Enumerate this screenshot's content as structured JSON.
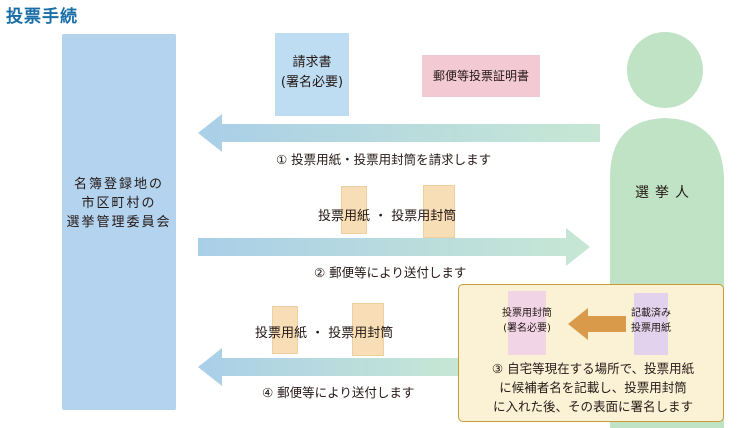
{
  "title": "投票手続",
  "office": {
    "label": "名簿登録地の\n市区町村の\n選挙管理委員会"
  },
  "voter": {
    "label": "選挙人"
  },
  "request_doc": {
    "label": "請求書\n(署名必要)"
  },
  "certificate": {
    "label": "郵便等投票証明書"
  },
  "steps": {
    "s1": "① 投票用紙・投票用封筒を請求します",
    "s2": "② 郵便等により送付します",
    "s3": "③ 自宅等現在する場所で、投票用紙\nに候補者名を記載し、投票用封筒\nに入れた後、その表面に署名します",
    "s4": "④ 郵便等により送付します"
  },
  "ballot_middle": "投票用紙 ・ 投票用封筒",
  "ballot_lower": "投票用紙 ・ 投票用封筒",
  "envelope_signed": {
    "label": "投票用封筒\n(署名必要)"
  },
  "ballot_filled": {
    "label": "記載済み\n投票用紙"
  },
  "colors": {
    "title": "#1a6ea8",
    "office": "#b3d3ee",
    "voter": "#bfe3c4",
    "arrow_blue": "#a9cfe8",
    "arrow_green": "#bfe3cc",
    "certificate": "#f3c9d4",
    "envelope": "#f8deb6",
    "step3_box": "#fbf2d6",
    "step3_arrow": "#d99a4a"
  }
}
